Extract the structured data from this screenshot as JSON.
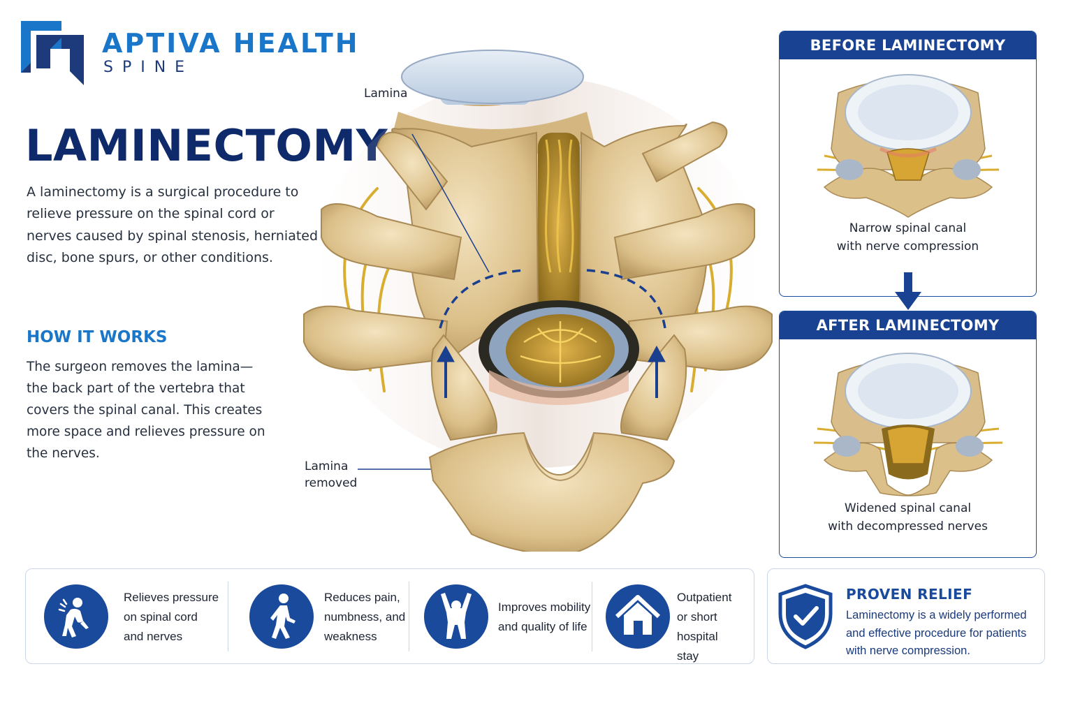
{
  "brand": {
    "name": "APTIVA HEALTH",
    "subtitle": "SPINE"
  },
  "page": {
    "title": "LAMINECTOMY",
    "intro": "A laminectomy is a surgical procedure to relieve pressure on the spinal cord or nerves caused by spinal stenosis, herniated disc, bone spurs, or other conditions."
  },
  "how_it_works": {
    "heading": "HOW IT WORKS",
    "text": "The surgeon removes the lamina—the back part of the vertebra that covers the spinal canal. This creates more space and relieves pressure on the nerves."
  },
  "illustration": {
    "label_lamina": "Lamina",
    "label_removed_line1": "Lamina",
    "label_removed_line2": "removed"
  },
  "before_panel": {
    "title": "BEFORE LAMINECTOMY",
    "caption_line1": "Narrow spinal canal",
    "caption_line2": "with nerve compression"
  },
  "after_panel": {
    "title": "AFTER LAMINECTOMY",
    "caption_line1": "Widened spinal canal",
    "caption_line2": "with decompressed nerves"
  },
  "benefits": [
    {
      "icon": "back-pain-icon",
      "text": "Relieves pressure\non spinal cord\nand nerves"
    },
    {
      "icon": "walking-person-icon",
      "text": "Reduces pain,\nnumbness, and\nweakness"
    },
    {
      "icon": "raised-arms-person-icon",
      "text": "Improves mobility\nand quality of life"
    },
    {
      "icon": "house-icon",
      "text": "Outpatient\nor short hospital\nstay"
    }
  ],
  "proven": {
    "icon": "shield-check-icon",
    "title": "PROVEN RELIEF",
    "text": "Laminectomy is a widely performed and effective procedure for patients with nerve compression."
  },
  "colors": {
    "navy": "#0e2a6b",
    "brand_blue": "#1976c8",
    "panel_header": "#1a4292",
    "icon_circle": "#1a4a9c",
    "bone": "#e4cc9c",
    "nerve": "#d4a72c"
  }
}
